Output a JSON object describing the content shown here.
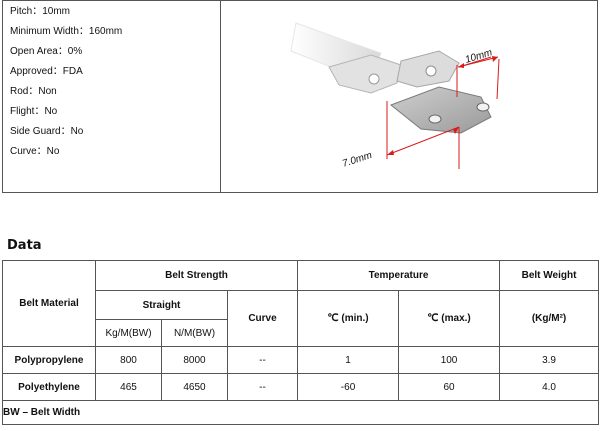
{
  "specs": [
    {
      "label": "Pitch",
      "value": "10mm"
    },
    {
      "label": "Minimum Width",
      "value": "160mm"
    },
    {
      "label": "Open Area",
      "value": "0%"
    },
    {
      "label": "Approved",
      "value": "FDA"
    },
    {
      "label": "Rod",
      "value": "Non"
    },
    {
      "label": "Flight",
      "value": "No"
    },
    {
      "label": "Side Guard",
      "value": "No"
    },
    {
      "label": "Curve",
      "value": "No"
    }
  ],
  "spec_lines": [
    "Pitch：10mm",
    "Minimum Width：160mm",
    "Open Area：0%",
    "Approved：FDA",
    "Rod：Non",
    "Flight：No",
    "Side Guard：No",
    "Curve：No"
  ],
  "drawing": {
    "dim_pitch": "10mm",
    "dim_depth": "7.0mm"
  },
  "section_title": "Data",
  "table": {
    "belt_material_header": "Belt Material",
    "belt_strength_header": "Belt Strength",
    "straight_header": "Straight",
    "curve_header": "Curve",
    "temperature_header": "Temperature",
    "belt_weight_header": "Belt Weight",
    "unit_kgm": "Kg/M(BW)",
    "unit_nm": "N/M(BW)",
    "unit_temp_min": "℃ (min.)",
    "unit_temp_max": "℃ (max.)",
    "unit_weight": "(Kg/M²)",
    "rows": [
      {
        "material": "Polypropylene",
        "kgm": "800",
        "nm": "8000",
        "curve": "--",
        "tmin": "1",
        "tmax": "100",
        "weight": "3.9"
      },
      {
        "material": "Polyethylene",
        "kgm": "465",
        "nm": "4650",
        "curve": "--",
        "tmin": "-60",
        "tmax": "60",
        "weight": "4.0"
      }
    ],
    "footnote": "BW – Belt Width"
  }
}
